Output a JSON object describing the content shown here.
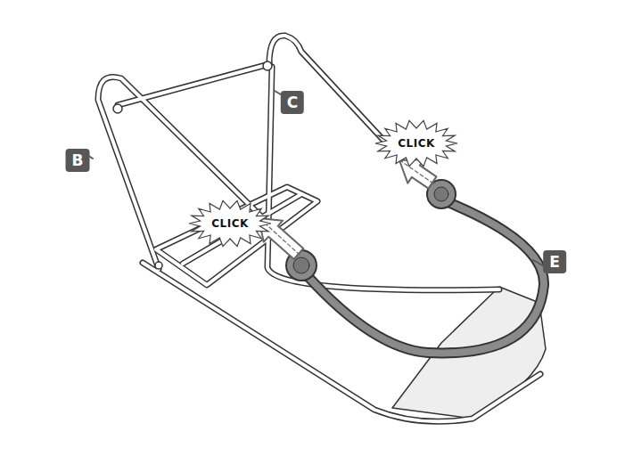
{
  "diagram": {
    "labels": [
      "B",
      "C",
      "E",
      "CLICK",
      "CLICK"
    ]
  }
}
